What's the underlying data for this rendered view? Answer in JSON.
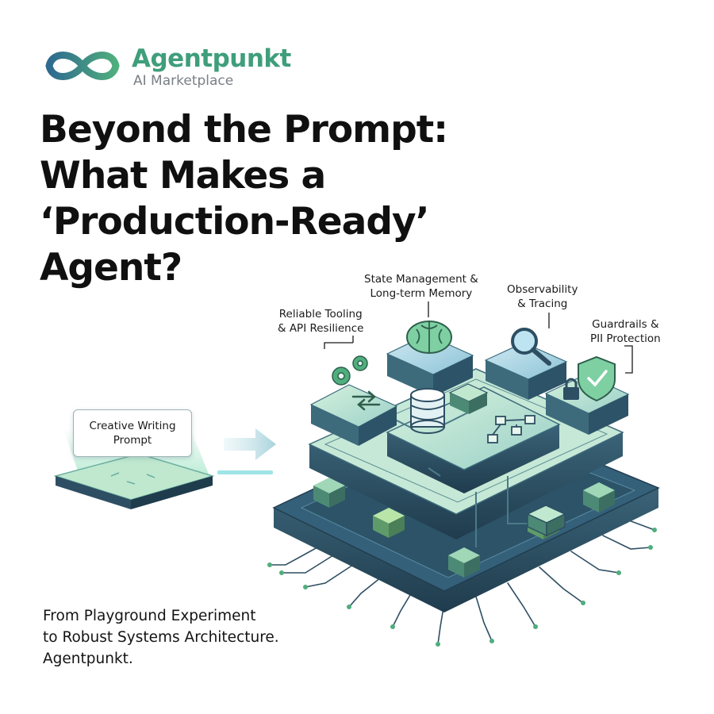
{
  "brand": {
    "name": "Agentpunkt",
    "subtitle": "AI Marketplace",
    "logo_icon": "infinity-icon"
  },
  "headline": {
    "lines": [
      "Beyond the Prompt:",
      "What Makes a",
      "‘Production-Ready’",
      "Agent?"
    ]
  },
  "prompt_card": {
    "lines": [
      "Creative Writing",
      "Prompt"
    ]
  },
  "labels": {
    "state": [
      "State Management &",
      "Long-term Memory"
    ],
    "observability": [
      "Observability",
      "& Tracing"
    ],
    "tooling": [
      "Reliable Tooling",
      "& API Resilience"
    ],
    "guardrails": [
      "Guardrails &",
      "PII Protection"
    ]
  },
  "icons": [
    "gears-icon",
    "arrows-icon",
    "brain-icon",
    "database-icon",
    "flowchart-icon",
    "magnifier-icon",
    "shield-check-icon",
    "lock-icon"
  ],
  "tagline": {
    "lines": [
      "From Playground Experiment",
      "to Robust Systems Architecture.",
      "Agentpunkt."
    ]
  },
  "colors": {
    "brand_green": "#3f9e7c",
    "brand_blue": "#2f6a8f",
    "dark_slate": "#2e4f63",
    "mint": "#bfe8cf",
    "accent_blue": "#6fb0d6"
  }
}
